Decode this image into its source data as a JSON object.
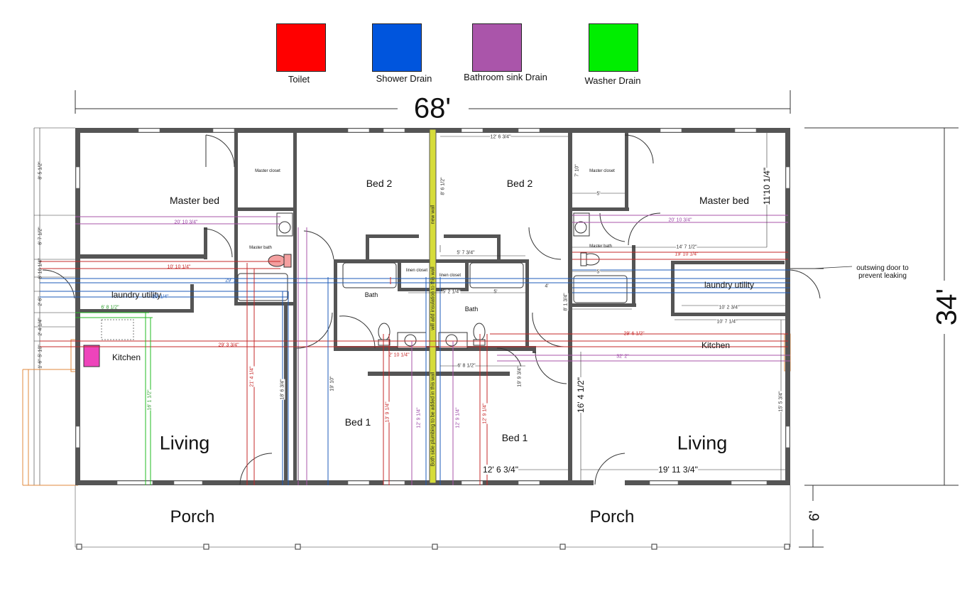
{
  "legend": [
    {
      "label": "Toilet",
      "color": "#ff0000"
    },
    {
      "label": "Shower Drain",
      "color": "#0055dd"
    },
    {
      "label": "Bathroom sink Drain",
      "color": "#aa55aa"
    },
    {
      "label": "Washer Drain",
      "color": "#00ee00"
    }
  ],
  "dimensions": {
    "overall_width": "68'",
    "overall_depth": "34'",
    "porch_depth": "6'",
    "bed1_width": "12' 6 3/4\"",
    "living_right_width": "19' 11 3/4\"",
    "right_master_height": "11'10 1/4\"",
    "right_living_height": "16' 4 1/2\"",
    "top_center": "12' 6 3/4\"",
    "dim_20_10": "20' 10 3/4\"",
    "dim_10_10": "10' 10 1/4\"",
    "dim_29_1": "29' 1\"",
    "dim_20_1": "20' 1/4\"",
    "dim_6_8": "6' 8 1/2\"",
    "dim_29_3": "29' 3 3/4\"",
    "dim_14_7": "14' 7 1/2\"",
    "dim_19_10": "19' 10 1/4\"",
    "dim_29_6": "29' 6 1/2\"",
    "dim_32_2": "32' 2\"",
    "dim_10_2": "10' 2 3/4\"",
    "dim_10_7": "10' 7 1/4\"",
    "dim_5_7": "5' 7 3/4\"",
    "dim_5_2": "5' 2 1/4\"",
    "dim_6_8b": "6' 8 1/2\"",
    "dim_2_10": "2' 10 1/4\"",
    "dim_5": "5'",
    "dim_4": "4'",
    "dim_8_6": "8' 6 1/2\"",
    "dim_19_10v": "19' 10\"",
    "dim_18_6": "18' 6 3/4\"",
    "dim_21_4": "21' 4 1/4\"",
    "dim_16_1": "16' 1 1/2\"",
    "dim_13_9": "13' 9 1/4\"",
    "dim_12_9": "12' 9 1/4\"",
    "dim_12_9b": "12' 9 1/4\"",
    "dim_12_9c": "12' 9 1/4\"",
    "dim_19_9": "19' 9 3/4\"",
    "dim_15_5": "15' 5 3/4\"",
    "dim_8_1": "8' 1 3/4\"",
    "dim_7_10": "7' 10\"",
    "dim_left_8_5": "8' 5 1/2\"",
    "dim_left_6_7": "6' 7 1/2\"",
    "dim_left_6_1": "6' 10 1/4\"",
    "dim_left_2": "2' 6\"",
    "dim_left_2b": "2' 4 1/4\"",
    "dim_left_5": "5' 10\"",
    "dim_left_1": "1' 6\""
  },
  "rooms": {
    "master_bed_left": "Master bed",
    "master_bed_right": "Master bed",
    "master_closet_left": "Master closet",
    "master_closet_right": "Master closet",
    "master_bath_left": "Master bath",
    "master_bath_right": "Master bath",
    "bed2_left": "Bed 2",
    "bed2_right": "Bed 2",
    "linen_left": "linen closet",
    "linen_right": "linen closet",
    "bath_left": "Bath",
    "bath_right": "Bath",
    "laundry_left": "laundry utility",
    "laundry_right": "laundry utility",
    "kitchen_left": "Kitchen",
    "kitchen_right": "Kitchen",
    "bed1_left": "Bed 1",
    "bed1_right": "Bed 1",
    "living_left": "Living",
    "living_right": "Living",
    "porch_left": "Porch",
    "porch_right": "Porch"
  },
  "annotations": {
    "outswing_note": "outswing door to prevent leaking",
    "center_wall_top": "new wall",
    "center_wall_mid": "will add insulation to this wall",
    "center_wall_bottom": "Both side plumbing to be added in this wall"
  }
}
